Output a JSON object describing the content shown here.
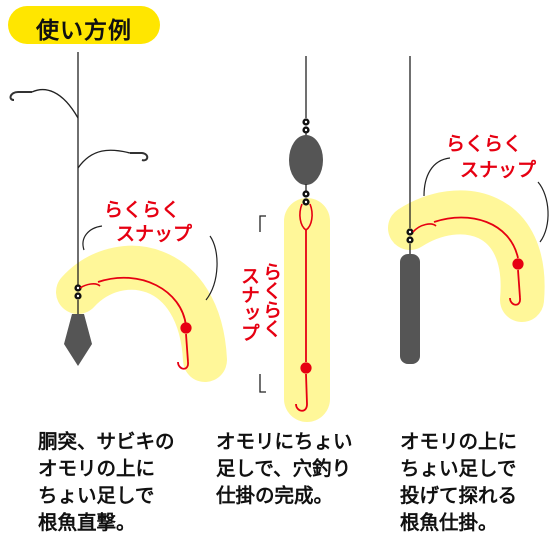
{
  "header": {
    "title": "使い方例"
  },
  "rigs": [
    {
      "callout": [
        "らくらく",
        "スナップ"
      ],
      "caption": [
        "胴突、サビキの",
        "オモリの上に",
        "ちょい足しで",
        "根魚直撃。"
      ]
    },
    {
      "callout": [
        "らくらく",
        "スナップ"
      ],
      "caption": [
        "オモリにちょい",
        "足しで、穴釣り",
        "仕掛の完成。"
      ]
    },
    {
      "callout": [
        "らくらく",
        "スナップ"
      ],
      "caption": [
        "オモリの上に",
        "ちょい足しで",
        "投げて探れる",
        "根魚仕掛。"
      ]
    }
  ],
  "colors": {
    "highlight": "#fff799",
    "highlight_stroke": "#ffe600",
    "accent": "#e60012",
    "sinker": "#555555",
    "badge": "#ffe600"
  }
}
